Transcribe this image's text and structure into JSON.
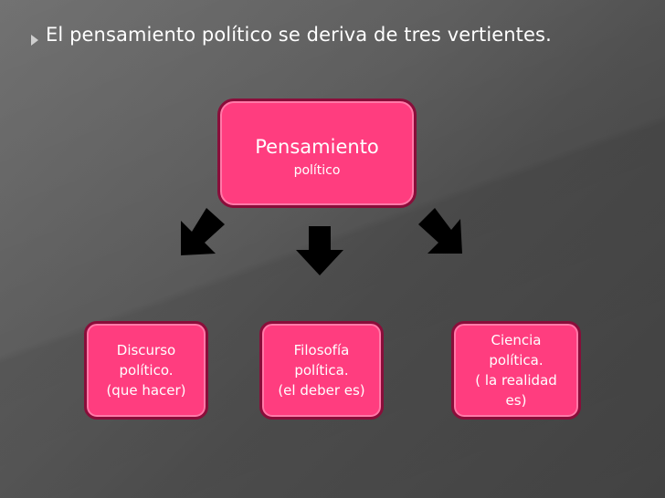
{
  "slide": {
    "title": "El pensamiento político se deriva de tres vertientes."
  },
  "diagram": {
    "root": {
      "title": "Pensamiento",
      "subtitle": "político"
    },
    "children": [
      {
        "text": "Discurso\npolítico.\n(que hacer)"
      },
      {
        "text": "Filosofía\npolítica.\n(el deber es)"
      },
      {
        "text": "Ciencia\npolítica.\n( la realidad\nes)"
      }
    ],
    "colors": {
      "box_fill": "#ff3d7f",
      "box_border": "#8a0d3a",
      "arrow": "#000000",
      "background": "#5a5a5a"
    }
  }
}
